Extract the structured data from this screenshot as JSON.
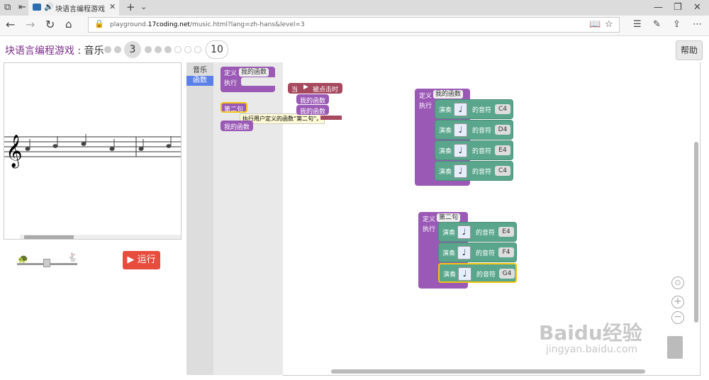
{
  "browser": {
    "tab_title": "块语言编程游戏：音",
    "url_prefix": "playground.",
    "url_domain": "17coding.net",
    "url_path": "/music.html?lang=zh-hans&level=3"
  },
  "header": {
    "title": "块语言编程游戏",
    "subtitle": "音乐",
    "level_current": "3",
    "level_max": "10",
    "help_label": "帮助"
  },
  "controls": {
    "run_label": "运行"
  },
  "toolbox": {
    "categories": [
      "音乐",
      "函数"
    ],
    "flyout": {
      "define_label": "定义",
      "define_name": "我的函数",
      "do_label": "执行",
      "call_second": "第二句",
      "call_mine": "我的函数",
      "tooltip": "执行用户定义的函数“第二句”。"
    }
  },
  "workspace": {
    "event_block": {
      "when_label": "当",
      "clicked_label": "被点击时",
      "calls": [
        "我的函数",
        "我的函数"
      ]
    },
    "func1": {
      "define_label": "定义",
      "name": "我的函数",
      "do_label": "执行",
      "play_label": "演奏",
      "of_note_label": "的音符",
      "notes": [
        "C4",
        "D4",
        "E4",
        "C4"
      ]
    },
    "func2": {
      "define_label": "定义",
      "name": "第二句",
      "do_label": "执行",
      "play_label": "演奏",
      "of_note_label": "的音符",
      "notes": [
        "E4",
        "F4",
        "G4"
      ]
    }
  },
  "colors": {
    "procedure": "#9b59b6",
    "event": "#a6485e",
    "music": "#5aa68d",
    "run_button": "#e74c3c",
    "title": "#7b2d8b"
  },
  "icons": [
    "back-icon",
    "forward-icon",
    "refresh-icon",
    "home-icon",
    "lock-icon",
    "reading-view-icon",
    "favorite-icon",
    "hub-icon",
    "notes-icon",
    "share-icon",
    "more-icon",
    "turtle-icon",
    "rabbit-icon",
    "play-icon",
    "center-icon",
    "zoom-in-icon",
    "zoom-out-icon",
    "trash-icon",
    "treble-clef-icon"
  ],
  "watermark": "Baidu经验 jingyan.baidu.com"
}
